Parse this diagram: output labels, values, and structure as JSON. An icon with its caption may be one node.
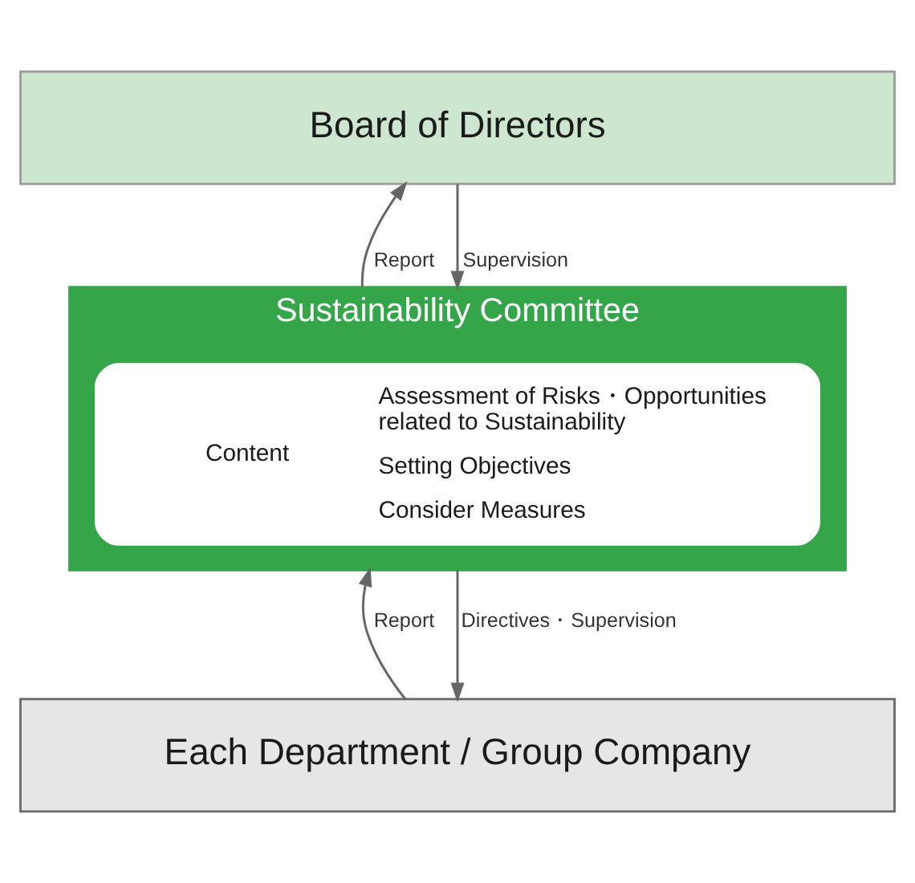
{
  "diagram": {
    "nodes": [
      {
        "text": [
          "Board of Directors"
        ]
      },
      {
        "text": [
          "Sustainability Committee"
        ]
      },
      {
        "text": [
          "Content",
          "Assessment of Risks・Opportunities related to Sustainability",
          "Setting Objectives",
          "Consider Measures"
        ],
        "in": 1
      },
      {
        "text": [
          "Each Department / Group Company"
        ]
      }
    ],
    "edges": [
      {
        "from": 1,
        "to": 0,
        "arrow": "to",
        "label": "Report"
      },
      {
        "from": 0,
        "to": 1,
        "arrow": "to",
        "label": "Supervision"
      },
      {
        "from": 3,
        "to": 1,
        "arrow": "to",
        "label": "Report"
      },
      {
        "from": 1,
        "to": 3,
        "arrow": "to",
        "label": "Directives・Supervision"
      }
    ]
  }
}
